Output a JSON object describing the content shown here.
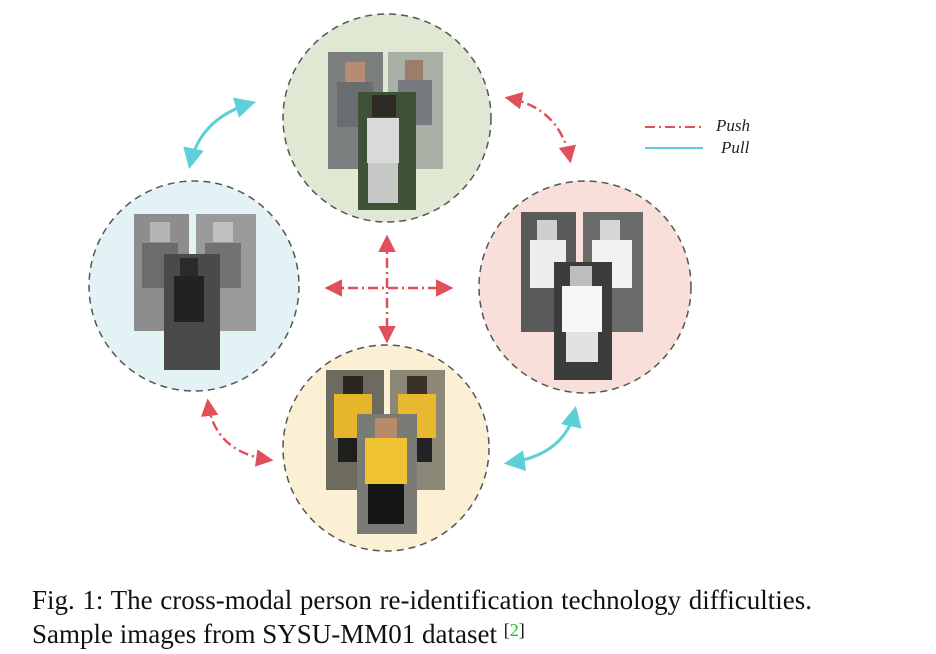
{
  "figure": {
    "legend": {
      "push_label": "Push",
      "pull_label": "Pull",
      "push_color": "#e0505a",
      "pull_color": "#5ccfd8"
    },
    "groups": [
      {
        "name": "top",
        "bg": "#dfe8d2",
        "tone": "color"
      },
      {
        "name": "left",
        "bg": "#e3f3f5",
        "tone": "gray"
      },
      {
        "name": "right",
        "bg": "#f8dfd9",
        "tone": "gray"
      },
      {
        "name": "bottom",
        "bg": "#fbefd4",
        "tone": "yellow"
      }
    ]
  },
  "caption": {
    "text": "Fig. 1: The cross-modal person re-identification technology difficulties. Sample images from SYSU-MM01 dataset",
    "open_bracket": "[",
    "cite": "2",
    "close_bracket": "]"
  }
}
